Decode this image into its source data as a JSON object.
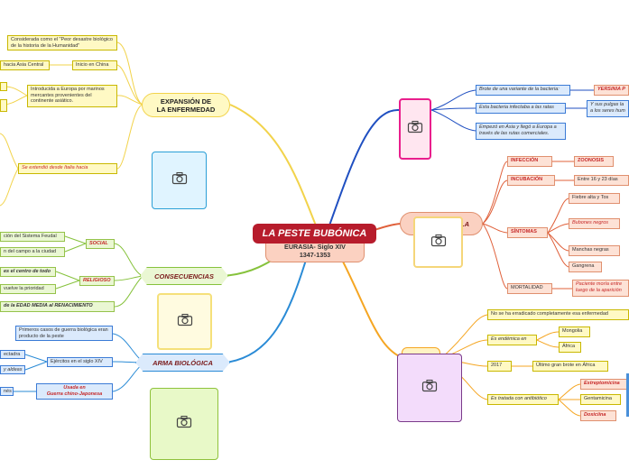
{
  "center": {
    "title": "LA PESTE BUBÓNICA",
    "subtitle_line1": "EURASIA- Siglo XIV",
    "subtitle_line2": "1347-1353"
  },
  "left": {
    "expansion": {
      "title_line1": "EXPANSIÓN DE",
      "title_line2": "LA ENFERMEDAD",
      "children": {
        "considered": "Considerada como el \"Peor desastre biológico de la historia de la Humanidad\"",
        "inicio": "Inicio en China",
        "hacia_asia": "hacia Asia Central",
        "introducida": "Introducida a Europa por marinos mercantes provenientes del continente asiático.",
        "italia": "Se extendió desde Italia hacia"
      }
    },
    "consecuencias": {
      "title": "CONSECUENCIAS",
      "social": "SOCIAL",
      "social_items": [
        "ción del Sistema Feudal",
        "n del campo a la ciudad"
      ],
      "religioso": "RELIGIOSO",
      "religioso_items": [
        "es el centro de todo",
        "vuelve la prioridad"
      ],
      "edad_media": "de la EDAD MEDIA al RENACIMIENTO"
    },
    "arma": {
      "title": "ARMA BIOLÓGICA",
      "primeros": "Primeros casos de guerra biológica eran producto de la peste",
      "ejercitos": "Ejércitos en el siglo XIV",
      "ej_items": [
        "ectadra",
        "y aldeas"
      ],
      "usada_line1": "Usada en",
      "usada_line2": "Guerra chino-Japonesa",
      "nes": "nés"
    }
  },
  "right": {
    "origen": {
      "brote": "Brote de una variante de la bacteria:",
      "yersinia": "YERSINIA P",
      "bacteria": "Esta bacteria infectaba a las ratas",
      "pulgas": "Y sus pulgas la a los seres hum",
      "empezo": "Empezó en Asia y llegó a Europa a través de las rutas comerciales."
    },
    "enfermedad": {
      "title": "LA",
      "infeccion": "INFECCIÓN",
      "zoonosis": "ZOONOSIS",
      "incubacion": "INCUBACIÓN",
      "dias": "Entre 16 y 23 días",
      "sintomas": "SÍNTOMAS",
      "sint_items": [
        "Fiebre alta y Tos",
        "Bubones negros",
        "Manchas negras",
        "Gangrena"
      ],
      "mortalidad": "MORTALIDAD",
      "paciente": "Paciente moría entre luego de la aparición"
    },
    "actualidad": {
      "erradicado": "No se ha erradicado completamente esa enfermedad",
      "endemica": "Es endémica en",
      "mongolia": "Mongolia",
      "africa": "África",
      "y2017": "2017",
      "ultimo": "Último gran brote en África",
      "tratada": "Es tratada con antibiótico",
      "antibioticos": [
        "Estreptomicina",
        "Gentamicina",
        "Doxiciina"
      ]
    }
  },
  "colors": {
    "center": "#b71c2c",
    "yellow_branch": "#f2d34b",
    "green_branch": "#86c23c",
    "blue_branch": "#2a8bd6",
    "orange_branch": "#f5a623",
    "red_branch": "#e0603a",
    "navy_branch": "#1f4fc1"
  },
  "icons": [
    "camera-icon"
  ]
}
